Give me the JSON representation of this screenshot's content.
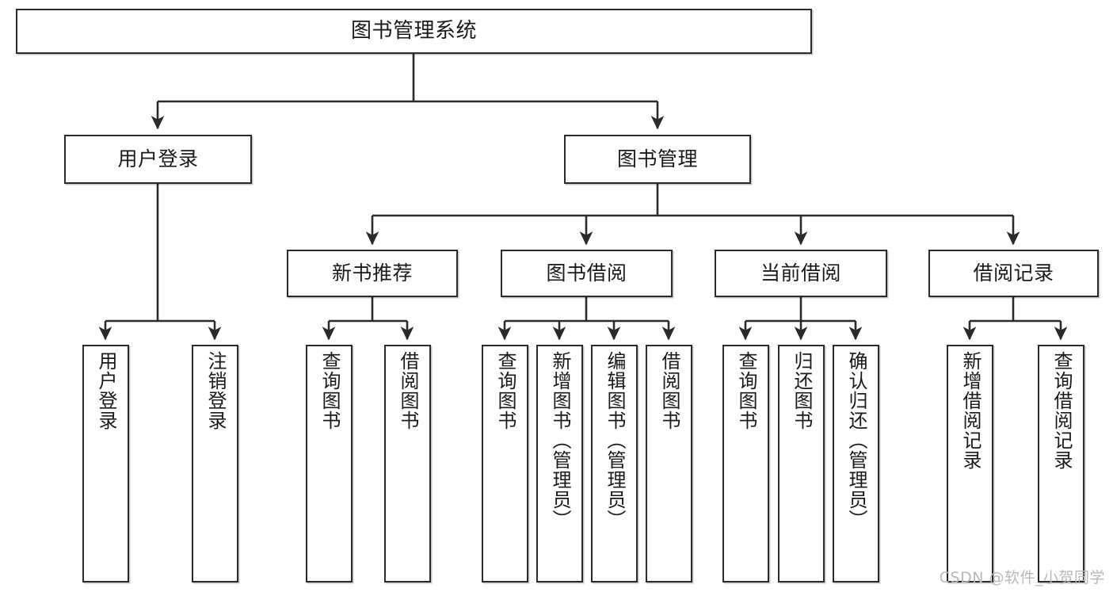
{
  "diagram": {
    "title": "图书管理系统",
    "type": "tree-hierarchy-chart",
    "watermark": "CSDN @软件_小贺同学",
    "colors": {
      "node_border": "#2b2b2b",
      "node_fill": "#ffffff",
      "edge": "#2b2b2b",
      "background": "#ffffff",
      "watermark": "#b9b9b9"
    }
  },
  "nodes": {
    "root": {
      "label": "图书管理系统"
    },
    "level2": [
      {
        "id": "user-login",
        "label": "用户登录"
      },
      {
        "id": "book-manage",
        "label": "图书管理"
      }
    ],
    "level3": [
      {
        "id": "new-book-recommend",
        "label": "新书推荐"
      },
      {
        "id": "book-borrow",
        "label": "图书借阅"
      },
      {
        "id": "current-borrow",
        "label": "当前借阅"
      },
      {
        "id": "borrow-record",
        "label": "借阅记录"
      }
    ],
    "leaves": {
      "user_login": [
        {
          "id": "leaf-user-login",
          "label": "用户登录"
        },
        {
          "id": "leaf-logout-login",
          "label": "注销登录"
        }
      ],
      "new_book_recommend": [
        {
          "id": "leaf-query-book-1",
          "label": "查询图书"
        },
        {
          "id": "leaf-borrow-book-1",
          "label": "借阅图书"
        }
      ],
      "book_borrow": [
        {
          "id": "leaf-query-book-2",
          "label": "查询图书"
        },
        {
          "id": "leaf-add-book",
          "label": "新增图书（管理员）"
        },
        {
          "id": "leaf-edit-book",
          "label": "编辑图书（管理员）"
        },
        {
          "id": "leaf-borrow-book-2",
          "label": "借阅图书"
        }
      ],
      "current_borrow": [
        {
          "id": "leaf-query-book-3",
          "label": "查询图书"
        },
        {
          "id": "leaf-return-book",
          "label": "归还图书"
        },
        {
          "id": "leaf-confirm-return",
          "label": "确认归还（管理员）"
        }
      ],
      "borrow_record": [
        {
          "id": "leaf-add-record",
          "label": "新增借阅记录"
        },
        {
          "id": "leaf-query-record",
          "label": "查询借阅记录"
        }
      ]
    }
  }
}
